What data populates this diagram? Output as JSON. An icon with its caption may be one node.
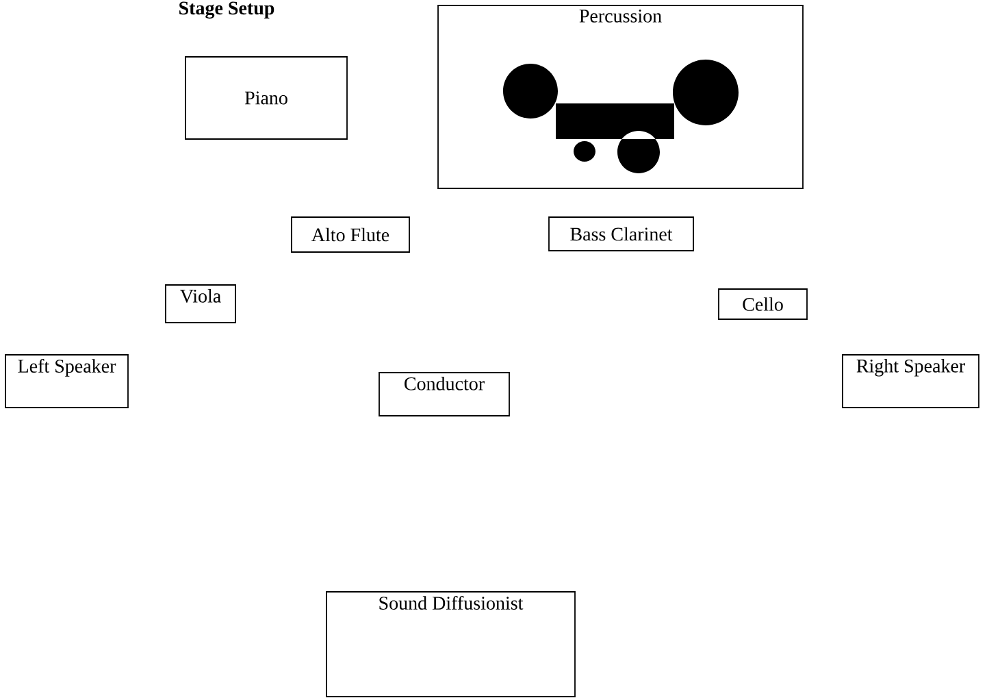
{
  "diagram": {
    "title": "Stage Setup",
    "nodes": [
      {
        "text": [
          "Percussion"
        ]
      },
      {
        "text": [
          "Piano"
        ]
      },
      {
        "text": [
          "Alto Flute"
        ]
      },
      {
        "text": [
          "Bass Clarinet"
        ]
      },
      {
        "text": [
          "Viola"
        ]
      },
      {
        "text": [
          "Cello"
        ]
      },
      {
        "text": [
          "Left Speaker"
        ]
      },
      {
        "text": [
          "Conductor"
        ]
      },
      {
        "text": [
          "Right Speaker"
        ]
      },
      {
        "text": [
          "Sound Diffusionist"
        ]
      }
    ]
  }
}
